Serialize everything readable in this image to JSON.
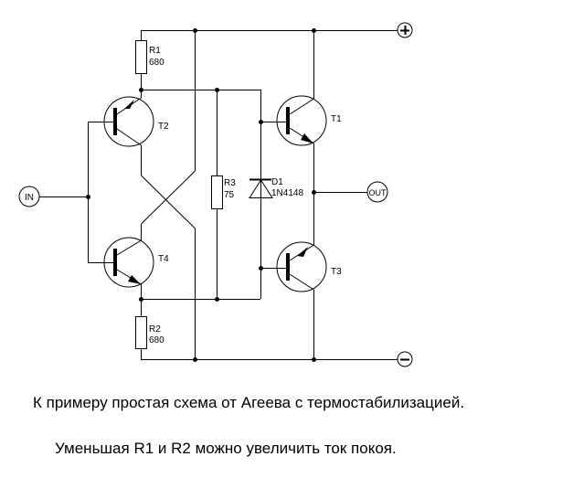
{
  "schematic": {
    "components": {
      "R1": {
        "ref": "R1",
        "value": "680"
      },
      "R2": {
        "ref": "R2",
        "value": "680"
      },
      "R3": {
        "ref": "R3",
        "value": "75"
      },
      "D1": {
        "ref": "D1",
        "value": "1N4148"
      },
      "T1": {
        "ref": "T1"
      },
      "T2": {
        "ref": "T2"
      },
      "T3": {
        "ref": "T3"
      },
      "T4": {
        "ref": "T4"
      }
    },
    "terminals": {
      "input": "IN",
      "output": "OUT",
      "positive": "+",
      "negative": "−"
    }
  },
  "captions": {
    "line1": "К примеру простая схема от Агеева с термостабилизацией.",
    "line2": "Уменьшая R1 и R2 можно увеличить ток покоя."
  }
}
